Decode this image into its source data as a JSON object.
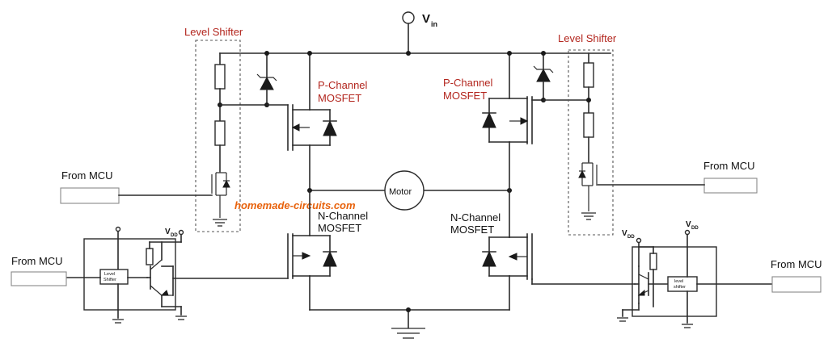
{
  "supply": {
    "label": "V",
    "subscript": "in"
  },
  "labels": {
    "level_shifter_left": "Level Shifter",
    "level_shifter_right": "Level Shifter",
    "p_channel_left": [
      "P-Channel",
      "MOSFET"
    ],
    "p_channel_right": [
      "P-Channel",
      "MOSFET"
    ],
    "n_channel_left": [
      "N-Channel",
      "MOSFET"
    ],
    "n_channel_right": [
      "N-Channel",
      "MOSFET"
    ],
    "motor": "Motor",
    "watermark": "homemade-circuits.com"
  },
  "inputs": {
    "mcu_upper_left": "From MCU",
    "mcu_lower_left": "From MCU",
    "mcu_upper_right": "From MCU",
    "mcu_lower_right": "From MCU"
  },
  "driver_left": {
    "chip": [
      "Level",
      "Shifter"
    ],
    "vdd": "V",
    "vdd_sub": "DD"
  },
  "driver_right": {
    "chip": [
      "level",
      "shifter"
    ],
    "vdd": "V",
    "vdd_sub": "DD"
  },
  "colors": {
    "accent_red": "#b3261e",
    "watermark_orange": "#e8620c",
    "wire": "#2a2a2a"
  }
}
